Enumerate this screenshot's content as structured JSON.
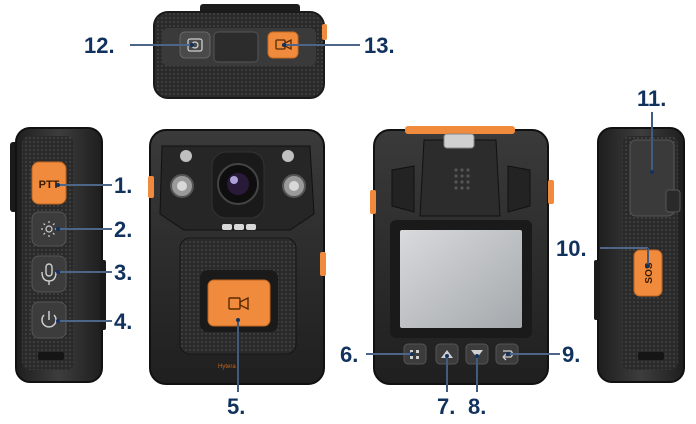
{
  "colors": {
    "accent_orange": "#f08a3c",
    "label_blue": "#12325e",
    "body_dark": "#2b2b2b",
    "body_mid": "#3a3a3a"
  },
  "button_texts": {
    "ptt": "PTT",
    "sos": "SOS"
  },
  "brand_text": "Hytera",
  "callouts": [
    {
      "id": "1",
      "label": "1.",
      "icon": "ptt-button"
    },
    {
      "id": "2",
      "label": "2.",
      "icon": "light-icon"
    },
    {
      "id": "3",
      "label": "3.",
      "icon": "microphone-icon"
    },
    {
      "id": "4",
      "label": "4.",
      "icon": "power-icon"
    },
    {
      "id": "5",
      "label": "5.",
      "icon": "video-record-icon"
    },
    {
      "id": "6",
      "label": "6.",
      "icon": "menu-icon"
    },
    {
      "id": "7",
      "label": "7.",
      "icon": "up-arrow-icon"
    },
    {
      "id": "8",
      "label": "8.",
      "icon": "down-arrow-icon"
    },
    {
      "id": "9",
      "label": "9.",
      "icon": "back-icon"
    },
    {
      "id": "10",
      "label": "10.",
      "icon": "sos-button"
    },
    {
      "id": "11",
      "label": "11.",
      "icon": "port-cover"
    },
    {
      "id": "12",
      "label": "12.",
      "icon": "camera-button-icon"
    },
    {
      "id": "13",
      "label": "13.",
      "icon": "video-record-icon"
    }
  ]
}
